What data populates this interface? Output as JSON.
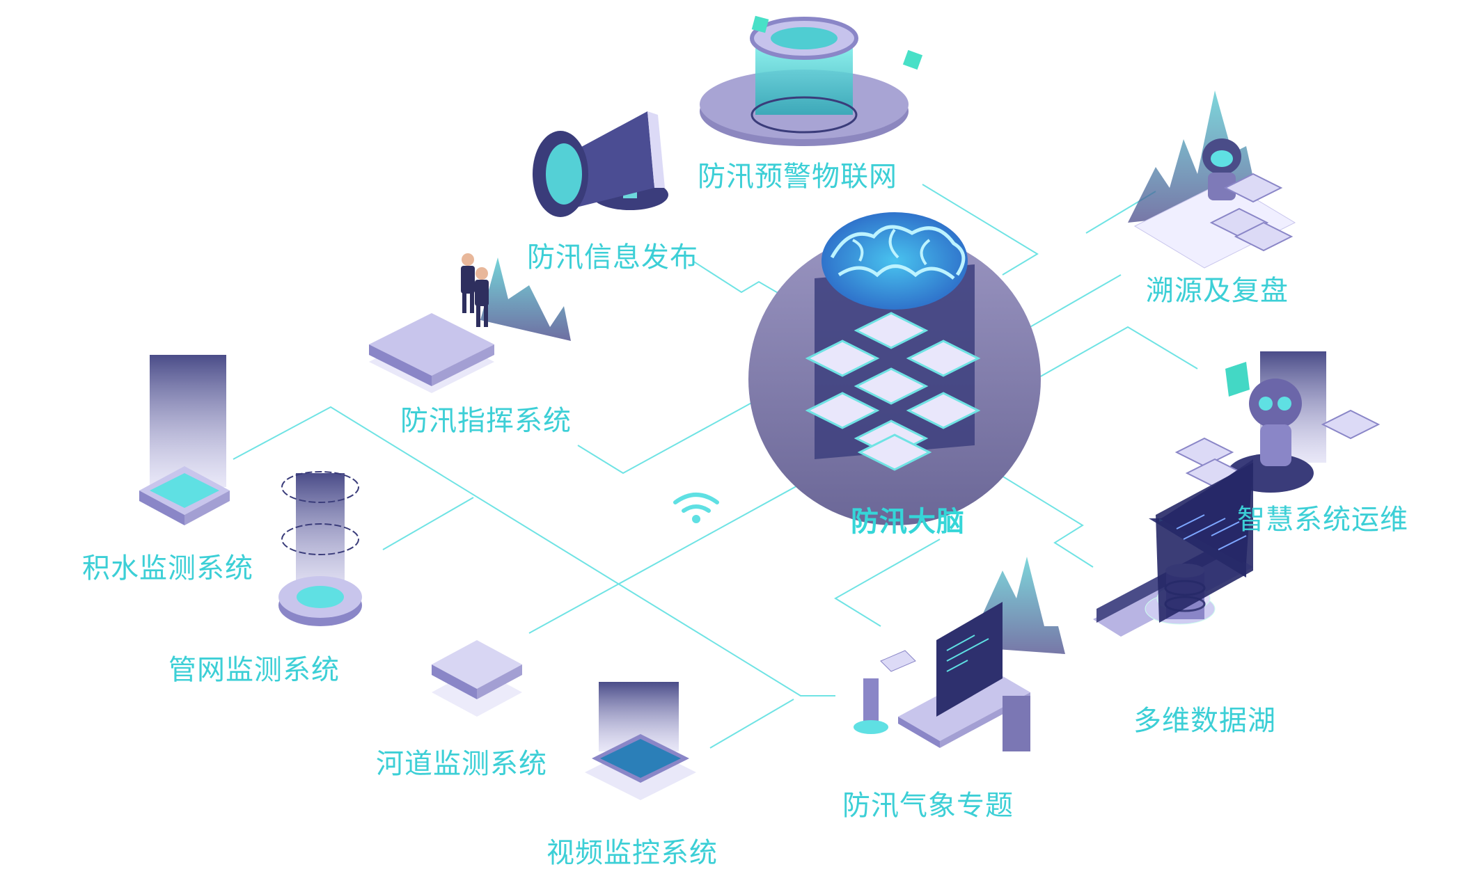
{
  "diagram": {
    "center": {
      "label": "防汛大脑"
    },
    "nodes": [
      {
        "id": "iot",
        "label": "防汛预警物联网"
      },
      {
        "id": "publish",
        "label": "防汛信息发布"
      },
      {
        "id": "command",
        "label": "防汛指挥系统"
      },
      {
        "id": "trace",
        "label": "溯源及复盘"
      },
      {
        "id": "ops",
        "label": "智慧系统运维"
      },
      {
        "id": "datalake",
        "label": "多维数据湖"
      },
      {
        "id": "weather",
        "label": "防汛气象专题"
      },
      {
        "id": "waterlogging",
        "label": "积水监测系统"
      },
      {
        "id": "pipe",
        "label": "管网监测系统"
      },
      {
        "id": "river",
        "label": "河道监测系统"
      },
      {
        "id": "video",
        "label": "视频监控系统"
      }
    ],
    "colors": {
      "accent": "#3ccfd6",
      "line": "#5fe0e3",
      "purple_dark": "#3a3c7a",
      "purple_mid": "#8a86c7",
      "purple_light": "#d8d6f3",
      "circle": "#807aa8"
    }
  }
}
